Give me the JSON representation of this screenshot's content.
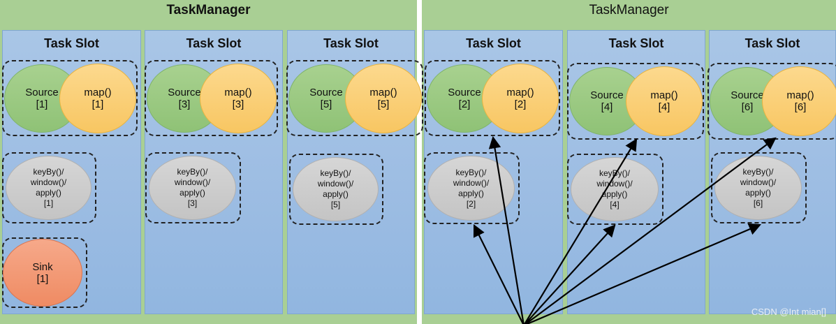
{
  "task_managers": [
    {
      "title": "TaskManager",
      "slots": [
        {
          "title": "Task Slot",
          "source": "Source",
          "source_idx": "[1]",
          "map": "map()",
          "map_idx": "[1]",
          "keyby": [
            "keyBy()/",
            "window()/",
            "apply()",
            "[1]"
          ],
          "sink": "Sink",
          "sink_idx": "[1]"
        },
        {
          "title": "Task Slot",
          "source": "Source",
          "source_idx": "[3]",
          "map": "map()",
          "map_idx": "[3]",
          "keyby": [
            "keyBy()/",
            "window()/",
            "apply()",
            "[3]"
          ]
        },
        {
          "title": "Task Slot",
          "source": "Source",
          "source_idx": "[5]",
          "map": "map()",
          "map_idx": "[5]",
          "keyby": [
            "keyBy()/",
            "window()/",
            "apply()",
            "[5]"
          ]
        }
      ]
    },
    {
      "title": "TaskManager",
      "slots": [
        {
          "title": "Task Slot",
          "source": "Source",
          "source_idx": "[2]",
          "map": "map()",
          "map_idx": "[2]",
          "keyby": [
            "keyBy()/",
            "window()/",
            "apply()",
            "[2]"
          ]
        },
        {
          "title": "Task Slot",
          "source": "Source",
          "source_idx": "[4]",
          "map": "map()",
          "map_idx": "[4]",
          "keyby": [
            "keyBy()/",
            "window()/",
            "apply()",
            "[4]"
          ]
        },
        {
          "title": "Task Slot",
          "source": "Source",
          "source_idx": "[6]",
          "map": "map()",
          "map_idx": "[6]",
          "keyby": [
            "keyBy()/",
            "window()/",
            "apply()",
            "[6]"
          ]
        }
      ]
    }
  ],
  "watermark": "CSDN @Int mian[]",
  "colors": {
    "taskmanager": "#a9cf94",
    "slot": "#9dbde3",
    "source": "#a8d18f",
    "map": "#fcd98e",
    "keyby": "#cfcfcf",
    "sink": "#f29b76"
  }
}
